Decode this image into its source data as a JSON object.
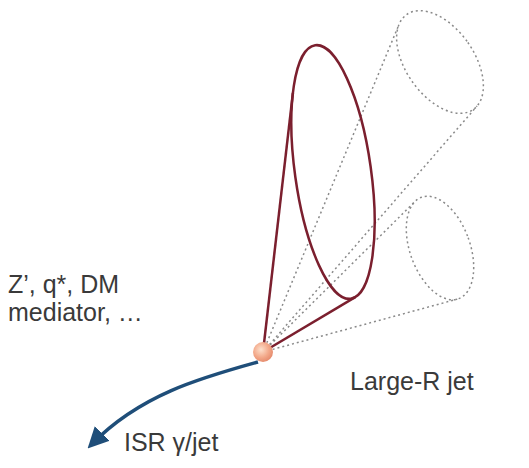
{
  "diagram": {
    "labels": [
      "Z’, q*, DM mediator, …",
      "Large-R jet",
      "ISR γ/jet"
    ]
  }
}
